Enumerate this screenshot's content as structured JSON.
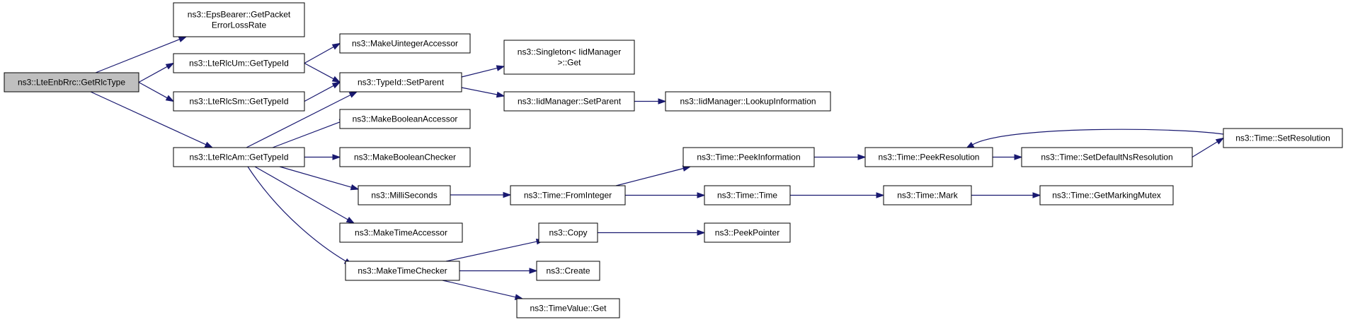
{
  "diagram": {
    "nodes": [
      {
        "id": "n0",
        "lines": [
          "ns3::LteEnbRrc::GetRlcType"
        ],
        "root": true
      },
      {
        "id": "n1",
        "lines": [
          "ns3::EpsBearer::GetPacket",
          "ErrorLossRate"
        ]
      },
      {
        "id": "n2",
        "lines": [
          "ns3::LteRlcUm::GetTypeId"
        ]
      },
      {
        "id": "n3",
        "lines": [
          "ns3::LteRlcSm::GetTypeId"
        ]
      },
      {
        "id": "n4",
        "lines": [
          "ns3::LteRlcAm::GetTypeId"
        ]
      },
      {
        "id": "n5",
        "lines": [
          "ns3::MakeUintegerAccessor"
        ]
      },
      {
        "id": "n6",
        "lines": [
          "ns3::TypeId::SetParent"
        ]
      },
      {
        "id": "n7",
        "lines": [
          "ns3::MakeBooleanAccessor"
        ]
      },
      {
        "id": "n8",
        "lines": [
          "ns3::MakeBooleanChecker"
        ]
      },
      {
        "id": "n9",
        "lines": [
          "ns3::MilliSeconds"
        ]
      },
      {
        "id": "n10",
        "lines": [
          "ns3::MakeTimeAccessor"
        ]
      },
      {
        "id": "n11",
        "lines": [
          "ns3::MakeTimeChecker"
        ]
      },
      {
        "id": "n12",
        "lines": [
          "ns3::Singleton< IidManager",
          ">::Get"
        ]
      },
      {
        "id": "n13",
        "lines": [
          "ns3::IidManager::SetParent"
        ]
      },
      {
        "id": "n14",
        "lines": [
          "ns3::IidManager::LookupInformation"
        ]
      },
      {
        "id": "n15",
        "lines": [
          "ns3::Time::FromInteger"
        ]
      },
      {
        "id": "n16",
        "lines": [
          "ns3::Copy"
        ]
      },
      {
        "id": "n17",
        "lines": [
          "ns3::Create"
        ]
      },
      {
        "id": "n18",
        "lines": [
          "ns3::TimeValue::Get"
        ]
      },
      {
        "id": "n19",
        "lines": [
          "ns3::Time::PeekInformation"
        ]
      },
      {
        "id": "n20",
        "lines": [
          "ns3::Time::Time"
        ]
      },
      {
        "id": "n21",
        "lines": [
          "ns3::PeekPointer"
        ]
      },
      {
        "id": "n22",
        "lines": [
          "ns3::Time::PeekResolution"
        ]
      },
      {
        "id": "n23",
        "lines": [
          "ns3::Time::Mark"
        ]
      },
      {
        "id": "n24",
        "lines": [
          "ns3::Time::SetDefaultNsResolution"
        ]
      },
      {
        "id": "n25",
        "lines": [
          "ns3::Time::GetMarkingMutex"
        ]
      },
      {
        "id": "n26",
        "lines": [
          "ns3::Time::SetResolution"
        ]
      }
    ],
    "edges": [
      {
        "from": "n0",
        "to": "n1"
      },
      {
        "from": "n0",
        "to": "n2"
      },
      {
        "from": "n0",
        "to": "n3"
      },
      {
        "from": "n0",
        "to": "n4"
      },
      {
        "from": "n2",
        "to": "n5"
      },
      {
        "from": "n2",
        "to": "n6"
      },
      {
        "from": "n3",
        "to": "n6"
      },
      {
        "from": "n4",
        "to": "n6"
      },
      {
        "from": "n4",
        "to": "n7"
      },
      {
        "from": "n4",
        "to": "n8"
      },
      {
        "from": "n4",
        "to": "n9"
      },
      {
        "from": "n4",
        "to": "n10"
      },
      {
        "from": "n4",
        "to": "n11"
      },
      {
        "from": "n6",
        "to": "n12"
      },
      {
        "from": "n6",
        "to": "n13"
      },
      {
        "from": "n13",
        "to": "n14"
      },
      {
        "from": "n9",
        "to": "n15"
      },
      {
        "from": "n11",
        "to": "n16"
      },
      {
        "from": "n11",
        "to": "n17"
      },
      {
        "from": "n11",
        "to": "n18"
      },
      {
        "from": "n15",
        "to": "n19"
      },
      {
        "from": "n15",
        "to": "n20"
      },
      {
        "from": "n16",
        "to": "n21"
      },
      {
        "from": "n19",
        "to": "n22"
      },
      {
        "from": "n20",
        "to": "n23"
      },
      {
        "from": "n22",
        "to": "n24"
      },
      {
        "from": "n23",
        "to": "n25"
      },
      {
        "from": "n24",
        "to": "n26"
      },
      {
        "from": "n26",
        "to": "n22"
      }
    ]
  },
  "colors": {
    "edge": "#191970",
    "root_fill": "#bfbfbf",
    "node_fill": "#ffffff",
    "node_stroke": "#000000"
  }
}
